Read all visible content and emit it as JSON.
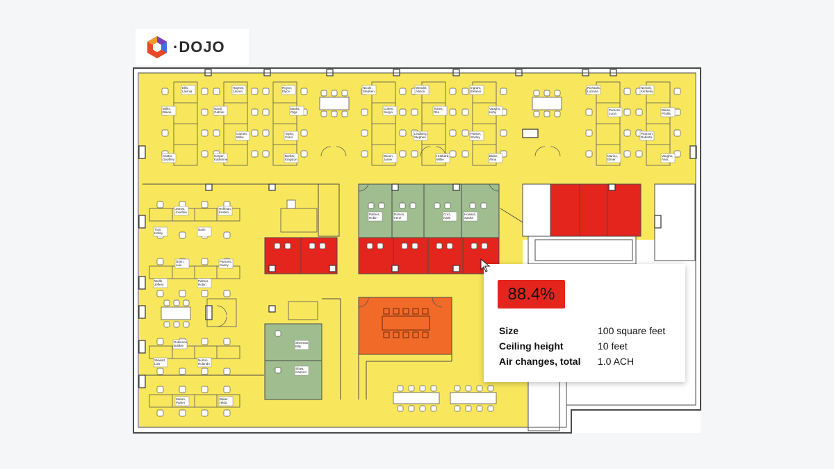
{
  "brand": {
    "name": "·DOJO"
  },
  "colors": {
    "occupied_yellow": "#f8e75c",
    "room_green": "#9fbd8e",
    "room_red": "#e3251d",
    "room_orange": "#f26a28",
    "wall": "#4a4a4a"
  },
  "tooltip": {
    "percentage": "88.4%",
    "rows": [
      {
        "label": "Size",
        "value": "100 square feet"
      },
      {
        "label": "Ceiling height",
        "value": "10 feet"
      },
      {
        "label": "Air changes, total",
        "value": "1.0 ACH"
      }
    ]
  },
  "desk_names": [
    "Ellis, Lavinia",
    "Haynes, Lauren",
    "Royce, Elyce",
    "Nicole, Stephen",
    "Wendel, Allison",
    "Ingram, Eleanor",
    "Willis, Blaine",
    "Nardi, Gabriel",
    "Banks, Olga",
    "Cohen, Sergio",
    "Torres, Rita",
    "Vaughn, Kirby",
    "Gamett, Willie",
    "Taylor, Carol",
    "Lindberg, Stephen",
    "Palmer, Shirley",
    "Richards, Luciana",
    "Nichols, Kimberly",
    "Castro, Geoffrey",
    "Harper, Katherine",
    "Barber, Kingston",
    "Bacon, Jamie",
    "Hubbard, Willie",
    "Blake, Alma",
    "Parsons, Lucia",
    "Blaise, Phyllis",
    "Pearson, Roberta",
    "Marino, Elmer",
    "Vaughn, Alvis",
    "James, Josefina",
    "Hoffman, Kristen",
    "Tran, Kelley",
    "Nash",
    "Dunn, Luis",
    "Parsons, Casey",
    "Wolfe, Jeffery",
    "Palmer, Robin",
    "Robinson, Bobbie",
    "Stewart, Luis",
    "Norton, Rolando",
    "Moran, Parker",
    "Baker, Hilda",
    "Palmer, Robin",
    "Ramos, Irene",
    "Cruz, Katie",
    "Howard, Sasha",
    "Sherman, Billy",
    "Shaw, Camren"
  ]
}
